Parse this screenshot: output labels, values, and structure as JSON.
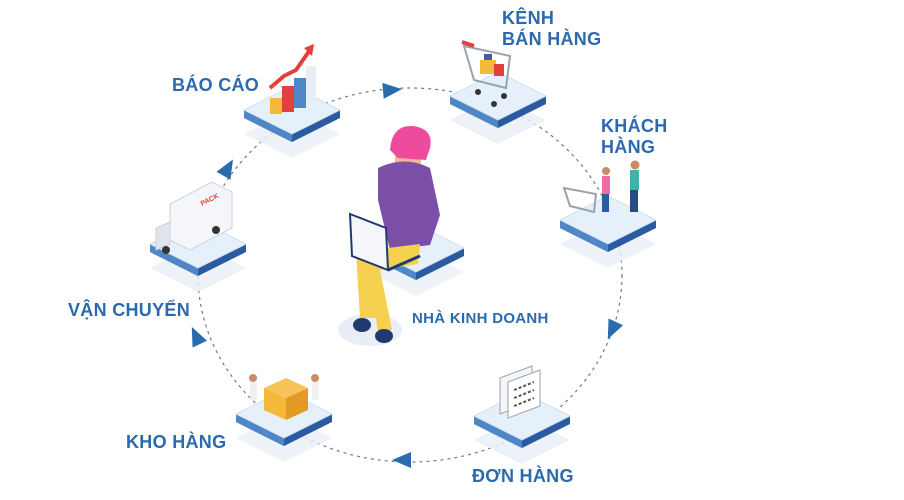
{
  "labels": {
    "kenh_ban_hang_line1": "KÊNH",
    "kenh_ban_hang_line2": "BÁN HÀNG",
    "khach_hang_line1": "KHÁCH",
    "khach_hang_line2": "HÀNG",
    "bao_cao": "BÁO CÁO",
    "van_chuyen": "VẬN CHUYỂN",
    "kho_hang": "KHO HÀNG",
    "don_hang": "ĐƠN HÀNG",
    "nha_kinh_doanh": "NHÀ KINH DOANH"
  },
  "truck_text": "PACK",
  "colors": {
    "label": "#2c6aae",
    "arrow": "#2c6aae",
    "platform_top": "#e6f0fa",
    "platform_side": "#2a5aa0",
    "shirt": "#7b4fa8",
    "hair": "#ef4b9c",
    "pants": "#f5d14f"
  }
}
